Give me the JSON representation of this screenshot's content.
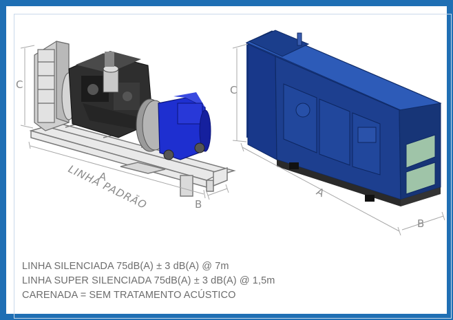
{
  "diagram": {
    "left_label": "LINHA PADRÃO",
    "dimensions": {
      "a": "A",
      "b": "B",
      "c": "C"
    }
  },
  "notes": [
    "LINHA SILENCIADA 75dB(A) ± 3 dB(A) @ 7m",
    "LINHA SUPER SILENCIADA 75dB(A) ± 3 dB(A) @ 1,5m",
    "CARENADA = SEM TRATAMENTO ACÚSTICO"
  ],
  "colors": {
    "frame": "#1f6fb4",
    "enclosure": "#1d3f8f",
    "alternator": "#1e2fd0",
    "engine": "#2b2b2b",
    "vent": "#9fc4a8"
  }
}
